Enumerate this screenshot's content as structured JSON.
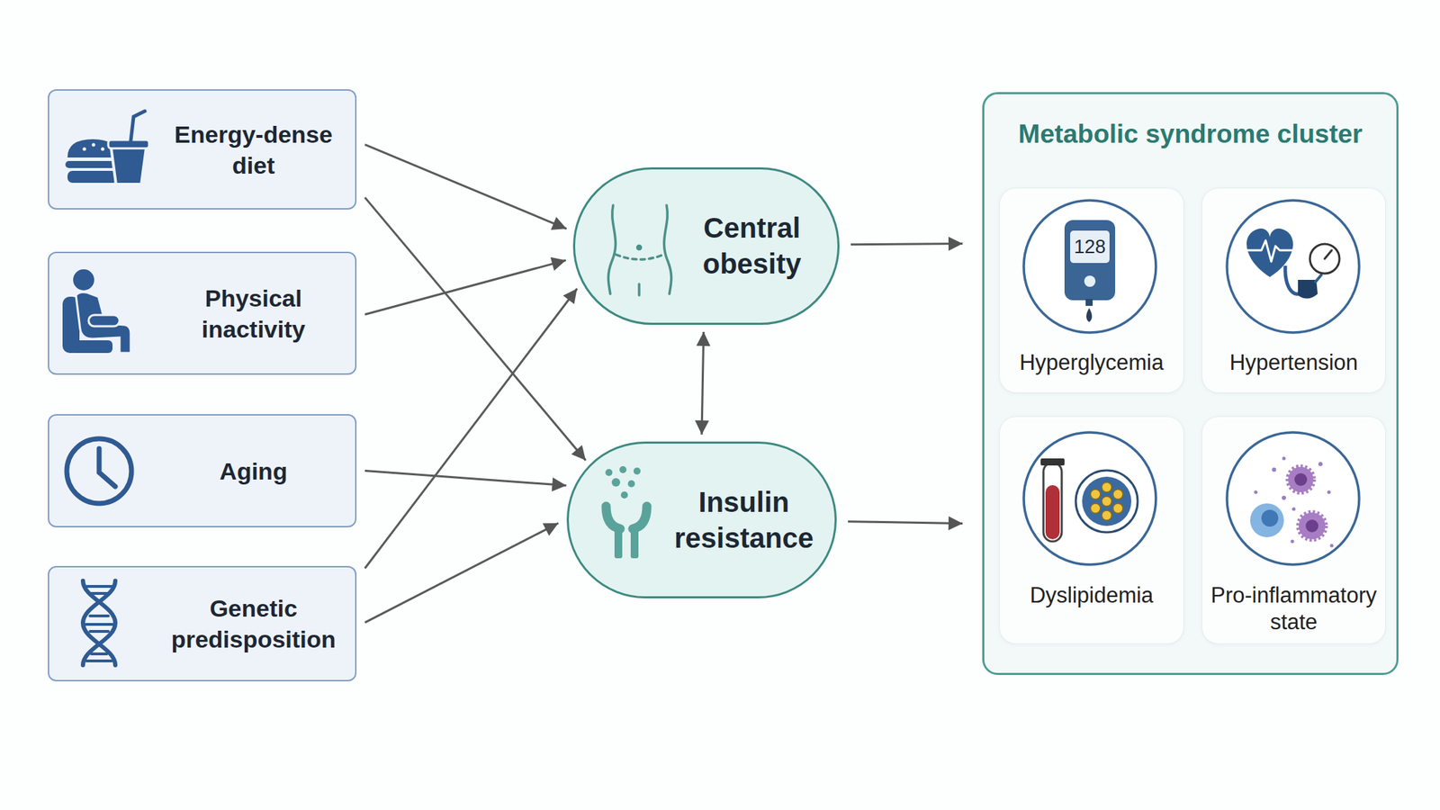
{
  "diagram": {
    "nodes": [
      {
        "text": [
          "Energy-dense diet"
        ]
      },
      {
        "text": [
          "Physical inactivity"
        ]
      },
      {
        "text": [
          "Aging"
        ]
      },
      {
        "text": [
          "Genetic predisposition"
        ]
      },
      {
        "text": [
          "Central obesity"
        ]
      },
      {
        "text": [
          "Insulin resistance"
        ]
      },
      {
        "text": [
          "Metabolic syndrome cluster"
        ]
      },
      {
        "text": [
          "Hyperglycemia"
        ],
        "in": 6
      },
      {
        "text": [
          "Hypertension"
        ],
        "in": 6
      },
      {
        "text": [
          "Dyslipidemia"
        ],
        "in": 6
      },
      {
        "text": [
          "Pro-inflammatory state"
        ],
        "in": 6
      }
    ],
    "edges": [
      {
        "from": 0,
        "to": 4,
        "arrow": "to"
      },
      {
        "from": 0,
        "to": 5,
        "arrow": "to"
      },
      {
        "from": 1,
        "to": 4,
        "arrow": "to"
      },
      {
        "from": 2,
        "to": 5,
        "arrow": "to"
      },
      {
        "from": 3,
        "to": 4,
        "arrow": "to"
      },
      {
        "from": 3,
        "to": 5,
        "arrow": "to"
      },
      {
        "from": 4,
        "to": 5,
        "arrow": "both"
      },
      {
        "from": 4,
        "to": 6,
        "arrow": "to"
      },
      {
        "from": 5,
        "to": 6,
        "arrow": "to"
      }
    ],
    "labels": [
      "128"
    ]
  }
}
